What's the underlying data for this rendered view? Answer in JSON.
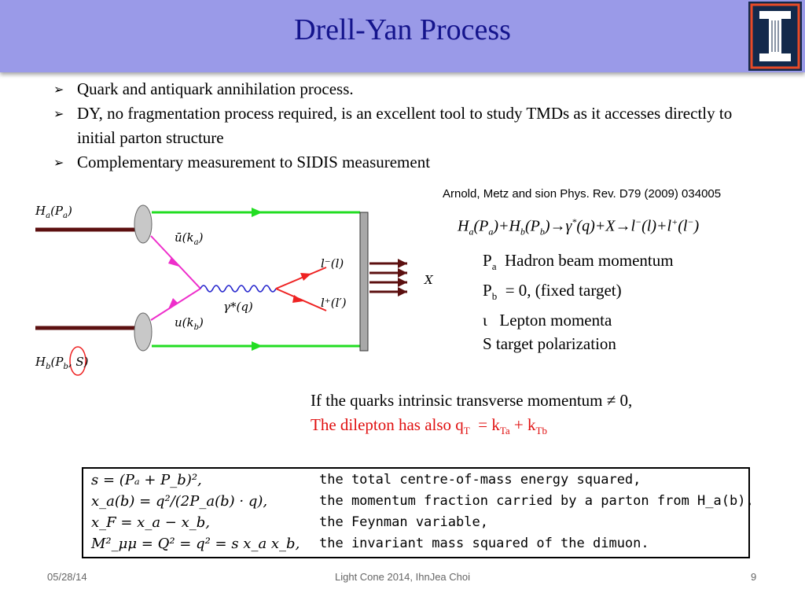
{
  "slide": {
    "title": "Drell-Yan Process"
  },
  "bullets": [
    "Quark and antiquark annihilation process.",
    "DY, no fragmentation process required, is an excellent tool to study TMDs as it accesses directly to initial parton structure",
    "Complementary measurement to SIDIS measurement"
  ],
  "bullet_marker": "➢",
  "reference": "Arnold, Metz and sion Phys. Rev. D79 (2009) 034005",
  "formula": {
    "H": "H",
    "a": "a",
    "Pa": "P",
    "b": "b",
    "Pb": "P",
    "gamma": "γ",
    "star": "*",
    "q": "(q)",
    "X": "X",
    "lminus": "l",
    "minus": "−",
    "l_arg": "(l)",
    "lplus": "l",
    "plus": "+",
    "lp_arg": "(l",
    "lp_close": ")"
  },
  "variables": {
    "pa_label": "P",
    "pa_sub": "a",
    "pa_desc": "Hadron beam momentum",
    "pb_label": "P",
    "pb_sub": "b",
    "pb_desc": "= 0, (fixed target)",
    "iota_label": "ι",
    "iota_desc": "Lepton momenta",
    "s_desc": "S target polarization"
  },
  "notes": {
    "line1": "If the quarks intrinsic transverse momentum ≠ 0,",
    "line2_text": "The dilepton has also q",
    "line2_qsub": "T",
    "line2_mid": "= k",
    "line2_ksub1": "Ta",
    "line2_plus": "+ k",
    "line2_ksub2": "Tb"
  },
  "diagram_labels": {
    "ha": "H",
    "ha_sub": "a",
    "ha_arg": "(P",
    "ha_arg_sub": "a",
    "ha_close": ")",
    "hb": "H",
    "hb_sub": "b",
    "hb_arg": "(P",
    "hb_arg_sub": "b",
    "hb_s": ", S)",
    "ubar": "ū(k",
    "ubar_sub": "a",
    "u": "u(k",
    "u_sub": "b",
    "close": ")",
    "gamma": "γ*(q)",
    "lminus": "l⁻(l)",
    "lplus": "l⁺(l′)",
    "x": "X"
  },
  "kinematics_table": [
    {
      "lhs": "s      = (Pₐ + P_b)²,",
      "rhs": "the total centre-of-mass energy squared,"
    },
    {
      "lhs": "x_a(b) = q²/(2P_a(b) · q),",
      "rhs": "the momentum fraction carried by a parton from H_a(b),"
    },
    {
      "lhs": "x_F    = x_a − x_b,",
      "rhs": "the Feynman variable,"
    },
    {
      "lhs": "M²_μμ = Q² = q² = s x_a x_b,",
      "rhs": "the invariant mass squared of the dimuon."
    }
  ],
  "footer": {
    "date": "05/28/14",
    "center": "Light Cone 2014, IhnJea Choi",
    "page": "9"
  },
  "colors": {
    "header_bg": "#9a9ae8",
    "title_color": "#14148c",
    "logo_bg": "#13294b",
    "logo_accent": "#e84a27",
    "hadron_line": "#5c1010",
    "quark_line": "#ee2ecb",
    "green_line": "#22dd22",
    "photon": "#2222cc",
    "lepton": "#ee2222",
    "note_red": "#e01010"
  }
}
